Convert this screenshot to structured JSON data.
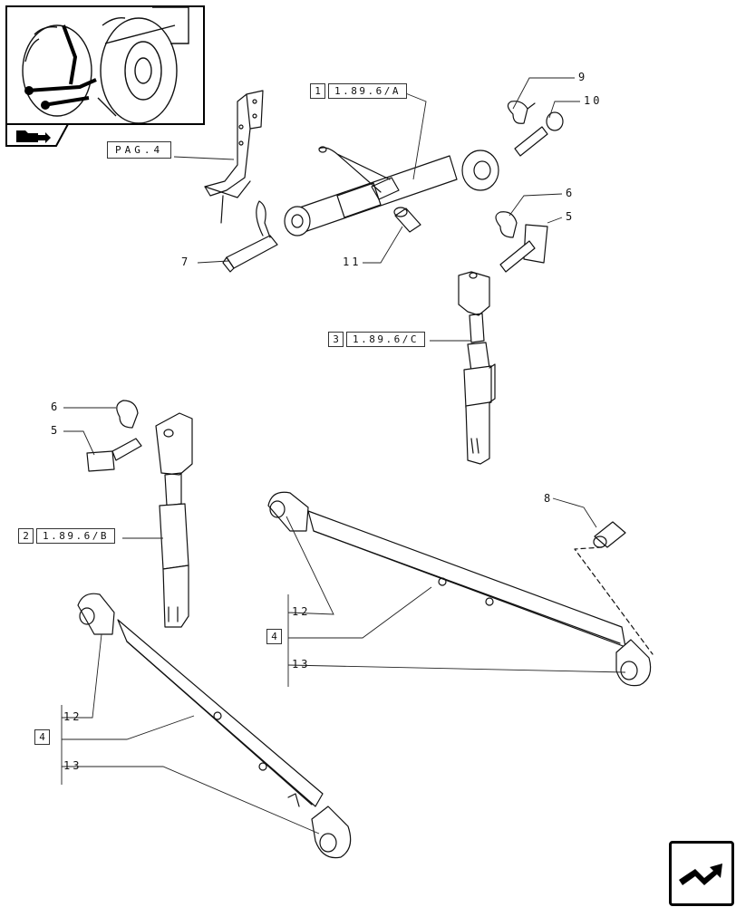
{
  "labels": {
    "n9": "9",
    "n10": "10",
    "n6a": "6",
    "n5a": "5",
    "n7": "7",
    "n11": "11",
    "n6b": "6",
    "n5b": "5",
    "n8": "8",
    "n12a": "12",
    "n13a": "13",
    "n12b": "12",
    "n13b": "13"
  },
  "refs": {
    "top_link": {
      "index": "1",
      "code": "1.89.6/A"
    },
    "right_lift_rod": {
      "index": "3",
      "code": "1.89.6/C"
    },
    "left_lift_rod": {
      "index": "2",
      "code": "1.89.6/B"
    },
    "lower_arm_right": {
      "index": "4"
    },
    "lower_arm_left": {
      "index": "4"
    }
  },
  "page_ref": "PAG.4",
  "icons": {
    "thumbnail": "tractor-rear-thumbnail-icon",
    "badge": "folder-arrow-icon",
    "nav": "next-page-arrow-icon"
  }
}
